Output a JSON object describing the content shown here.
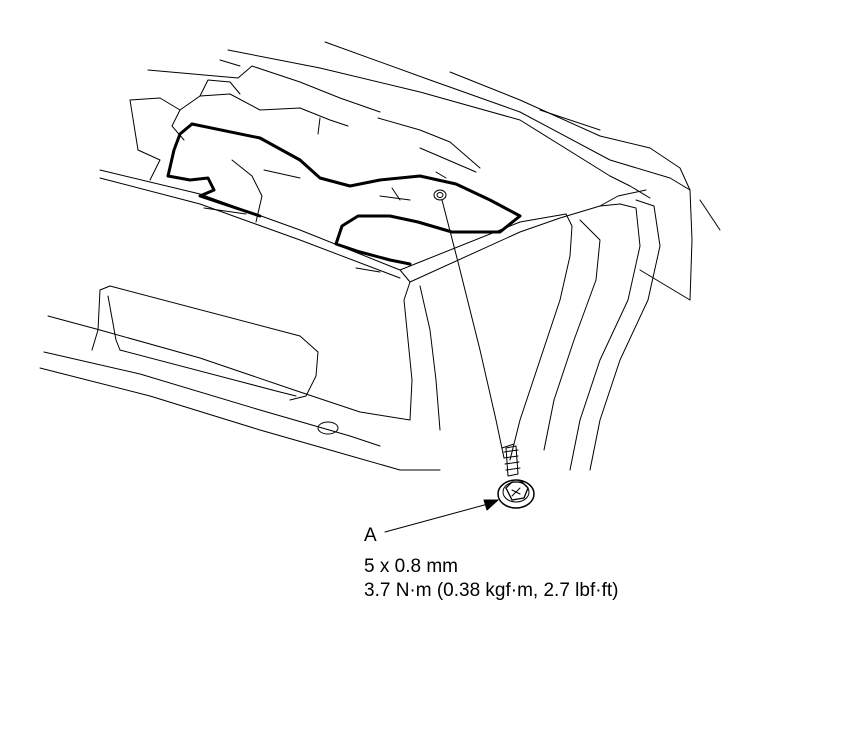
{
  "callout": {
    "letter": "A",
    "size": "5 x 0.8 mm",
    "torque": "3.7 N·m (0.38 kgf·m, 2.7 lbf·ft)"
  },
  "icons": {
    "fastener": "flange-bolt-icon"
  },
  "colors": {
    "line": "#000000",
    "background": "#ffffff"
  }
}
